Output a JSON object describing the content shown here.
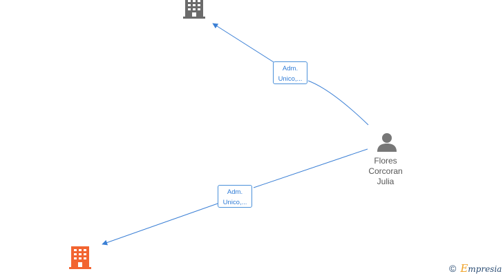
{
  "edges": [
    {
      "from": "person",
      "to": "company-top",
      "label": [
        "Adm.",
        "Unico,..."
      ]
    },
    {
      "from": "person",
      "to": "company-bottom",
      "label": [
        "Adm.",
        "Unico,..."
      ]
    }
  ],
  "nodes": {
    "company_top": {
      "type": "company",
      "color": "#6b6b6b"
    },
    "company_bottom": {
      "type": "company",
      "color": "#f26430"
    },
    "person": {
      "type": "person",
      "color": "#777777",
      "name_lines": [
        "Flores",
        "Corcoran",
        "Julia"
      ]
    }
  },
  "colors": {
    "edge": "#3a7fd5",
    "edge_text": "#2e7bd6"
  },
  "watermark": {
    "copyright": "©",
    "brand_initial": "E",
    "brand_rest": "mpresia"
  }
}
